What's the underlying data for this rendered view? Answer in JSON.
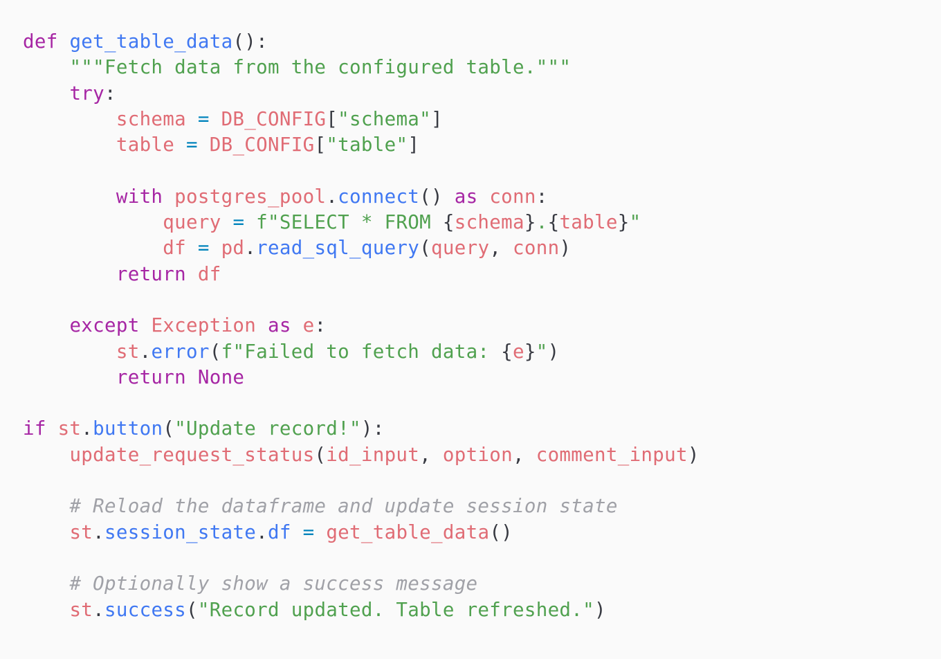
{
  "colors": {
    "background": "#fafafa",
    "keyword": "#a626a4",
    "function": "#4078f2",
    "string": "#50a14f",
    "variable": "#e06c75",
    "operator": "#0184bc",
    "punctuation": "#383a42",
    "comment": "#a0a1a7"
  },
  "code": {
    "lines": [
      [
        [
          "kw",
          "def"
        ],
        [
          "txt",
          " "
        ],
        [
          "fn",
          "get_table_data"
        ],
        [
          "punc",
          "():"
        ]
      ],
      [
        [
          "txt",
          "    "
        ],
        [
          "str",
          "\"\"\"Fetch data from the configured table.\"\"\""
        ]
      ],
      [
        [
          "txt",
          "    "
        ],
        [
          "kw",
          "try"
        ],
        [
          "punc",
          ":"
        ]
      ],
      [
        [
          "txt",
          "        "
        ],
        [
          "var",
          "schema"
        ],
        [
          "txt",
          " "
        ],
        [
          "op",
          "="
        ],
        [
          "txt",
          " "
        ],
        [
          "var",
          "DB_CONFIG"
        ],
        [
          "punc",
          "["
        ],
        [
          "str",
          "\"schema\""
        ],
        [
          "punc",
          "]"
        ]
      ],
      [
        [
          "txt",
          "        "
        ],
        [
          "var",
          "table"
        ],
        [
          "txt",
          " "
        ],
        [
          "op",
          "="
        ],
        [
          "txt",
          " "
        ],
        [
          "var",
          "DB_CONFIG"
        ],
        [
          "punc",
          "["
        ],
        [
          "str",
          "\"table\""
        ],
        [
          "punc",
          "]"
        ]
      ],
      [],
      [
        [
          "txt",
          "        "
        ],
        [
          "kw",
          "with"
        ],
        [
          "txt",
          " "
        ],
        [
          "var",
          "postgres_pool"
        ],
        [
          "punc",
          "."
        ],
        [
          "fn",
          "connect"
        ],
        [
          "punc",
          "()"
        ],
        [
          "txt",
          " "
        ],
        [
          "kw",
          "as"
        ],
        [
          "txt",
          " "
        ],
        [
          "var",
          "conn"
        ],
        [
          "punc",
          ":"
        ]
      ],
      [
        [
          "txt",
          "            "
        ],
        [
          "var",
          "query"
        ],
        [
          "txt",
          " "
        ],
        [
          "op",
          "="
        ],
        [
          "txt",
          " "
        ],
        [
          "str",
          "f\"SELECT * FROM "
        ],
        [
          "punc",
          "{"
        ],
        [
          "var",
          "schema"
        ],
        [
          "punc",
          "}"
        ],
        [
          "str",
          "."
        ],
        [
          "punc",
          "{"
        ],
        [
          "var",
          "table"
        ],
        [
          "punc",
          "}"
        ],
        [
          "str",
          "\""
        ]
      ],
      [
        [
          "txt",
          "            "
        ],
        [
          "var",
          "df"
        ],
        [
          "txt",
          " "
        ],
        [
          "op",
          "="
        ],
        [
          "txt",
          " "
        ],
        [
          "var",
          "pd"
        ],
        [
          "punc",
          "."
        ],
        [
          "fn",
          "read_sql_query"
        ],
        [
          "punc",
          "("
        ],
        [
          "var",
          "query"
        ],
        [
          "punc",
          ", "
        ],
        [
          "var",
          "conn"
        ],
        [
          "punc",
          ")"
        ]
      ],
      [
        [
          "txt",
          "        "
        ],
        [
          "kw",
          "return"
        ],
        [
          "txt",
          " "
        ],
        [
          "var",
          "df"
        ]
      ],
      [],
      [
        [
          "txt",
          "    "
        ],
        [
          "kw",
          "except"
        ],
        [
          "txt",
          " "
        ],
        [
          "var",
          "Exception"
        ],
        [
          "txt",
          " "
        ],
        [
          "kw",
          "as"
        ],
        [
          "txt",
          " "
        ],
        [
          "var",
          "e"
        ],
        [
          "punc",
          ":"
        ]
      ],
      [
        [
          "txt",
          "        "
        ],
        [
          "var",
          "st"
        ],
        [
          "punc",
          "."
        ],
        [
          "fn",
          "error"
        ],
        [
          "punc",
          "("
        ],
        [
          "str",
          "f\"Failed to fetch data: "
        ],
        [
          "punc",
          "{"
        ],
        [
          "var",
          "e"
        ],
        [
          "punc",
          "}"
        ],
        [
          "str",
          "\""
        ],
        [
          "punc",
          ")"
        ]
      ],
      [
        [
          "txt",
          "        "
        ],
        [
          "kw",
          "return"
        ],
        [
          "txt",
          " "
        ],
        [
          "kw",
          "None"
        ]
      ],
      [],
      [
        [
          "kw",
          "if"
        ],
        [
          "txt",
          " "
        ],
        [
          "var",
          "st"
        ],
        [
          "punc",
          "."
        ],
        [
          "fn",
          "button"
        ],
        [
          "punc",
          "("
        ],
        [
          "str",
          "\"Update record!\""
        ],
        [
          "punc",
          "):"
        ]
      ],
      [
        [
          "txt",
          "    "
        ],
        [
          "var",
          "update_request_status"
        ],
        [
          "punc",
          "("
        ],
        [
          "var",
          "id_input"
        ],
        [
          "punc",
          ", "
        ],
        [
          "var",
          "option"
        ],
        [
          "punc",
          ", "
        ],
        [
          "var",
          "comment_input"
        ],
        [
          "punc",
          ")"
        ]
      ],
      [],
      [
        [
          "txt",
          "    "
        ],
        [
          "com",
          "# Reload the dataframe and update session state"
        ]
      ],
      [
        [
          "txt",
          "    "
        ],
        [
          "var",
          "st"
        ],
        [
          "punc",
          "."
        ],
        [
          "fn",
          "session_state"
        ],
        [
          "punc",
          "."
        ],
        [
          "fn",
          "df"
        ],
        [
          "txt",
          " "
        ],
        [
          "op",
          "="
        ],
        [
          "txt",
          " "
        ],
        [
          "var",
          "get_table_data"
        ],
        [
          "punc",
          "()"
        ]
      ],
      [],
      [
        [
          "txt",
          "    "
        ],
        [
          "com",
          "# Optionally show a success message"
        ]
      ],
      [
        [
          "txt",
          "    "
        ],
        [
          "var",
          "st"
        ],
        [
          "punc",
          "."
        ],
        [
          "fn",
          "success"
        ],
        [
          "punc",
          "("
        ],
        [
          "str",
          "\"Record updated. Table refreshed.\""
        ],
        [
          "punc",
          ")"
        ]
      ]
    ]
  }
}
